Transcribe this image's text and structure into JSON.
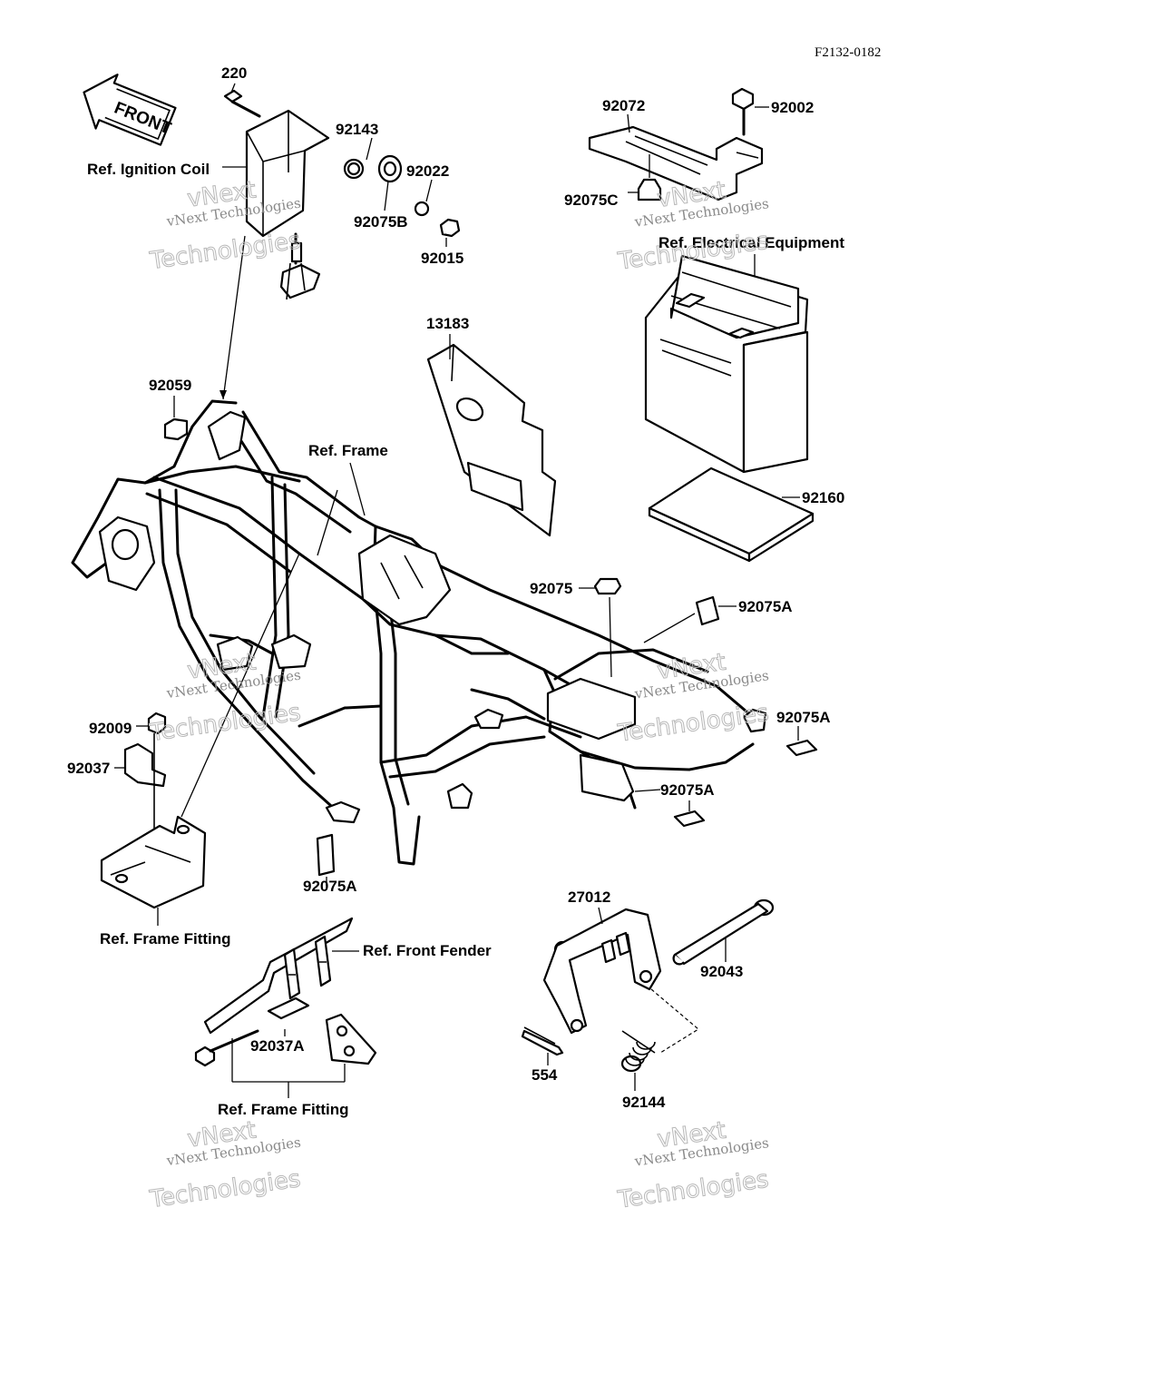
{
  "figure_code": "F2132-0182",
  "front_arrow": "FRONT",
  "labels": {
    "p220": "220",
    "p92143": "92143",
    "p92022": "92022",
    "p92075B": "92075B",
    "p92015": "92015",
    "p92072": "92072",
    "p92002": "92002",
    "p92075C": "92075C",
    "p13183": "13183",
    "p92059": "92059",
    "p92160": "92160",
    "p92075": "92075",
    "p92075A_1": "92075A",
    "p92075A_2": "92075A",
    "p92075A_3": "92075A",
    "p92075A_4": "92075A",
    "p92009": "92009",
    "p92037": "92037",
    "p27012": "27012",
    "p92043": "92043",
    "p92037A": "92037A",
    "p554": "554",
    "p92144": "92144"
  },
  "refs": {
    "ignition_coil": "Ref. Ignition Coil",
    "electrical_equipment": "Ref. Electrical Equipment",
    "frame": "Ref. Frame",
    "frame_fitting_1": "Ref. Frame Fitting",
    "front_fender": "Ref. Front Fender",
    "frame_fitting_2": "Ref. Frame Fitting"
  },
  "watermark": {
    "line1": "vNext Technologies",
    "line2": "Technologies",
    "line3": "vNext"
  }
}
